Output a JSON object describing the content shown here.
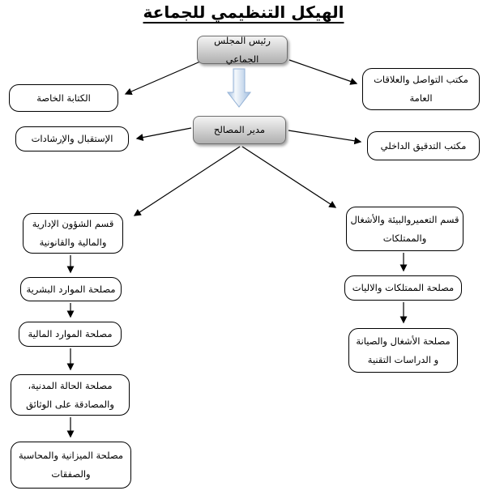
{
  "title": "الهيكل التنظيمي للجماعة",
  "nodes": {
    "president": "رئيس المجلس الجماعي",
    "director": "مدير المصالح",
    "private_secretariat": "الكتابة الخاصة",
    "reception": "الإستقبال والإرشادات",
    "communication_office": "مكتب التواصل والعلاقات\nالعامة",
    "internal_audit_office": "مكتب التدقيق الداخلي",
    "admin_finance_legal_division": "قسم الشؤون الإدارية\nوالمالية والقانونية",
    "human_resources": "مصلحة الموارد البشرية",
    "financial_resources": "مصلحة الموارد المالية",
    "civil_status": "مصلحة الحالة المدنية،\nوالمصادقة على الوثائق",
    "budget_accounting": "مصلحة الميزانية والمحاسبة\nوالصفقات",
    "urban_env_works_division": "قسم التعميروالبيئة والأشغال\nوالممتلكات",
    "assets_machinery": "مصلحة الممتلكات والاليات",
    "works_maintenance": "مصلحة الأشغال والصيانة\nو الدراسات التقنية"
  },
  "colors": {
    "manager_box_top": "#f3f3f3",
    "manager_box_bottom": "#b0b0b0",
    "block_arrow_light": "#f4f8fc",
    "block_arrow_edge": "#a3bfe0",
    "block_arrow_stroke": "#94b2d6",
    "connector_line": "#000000"
  }
}
